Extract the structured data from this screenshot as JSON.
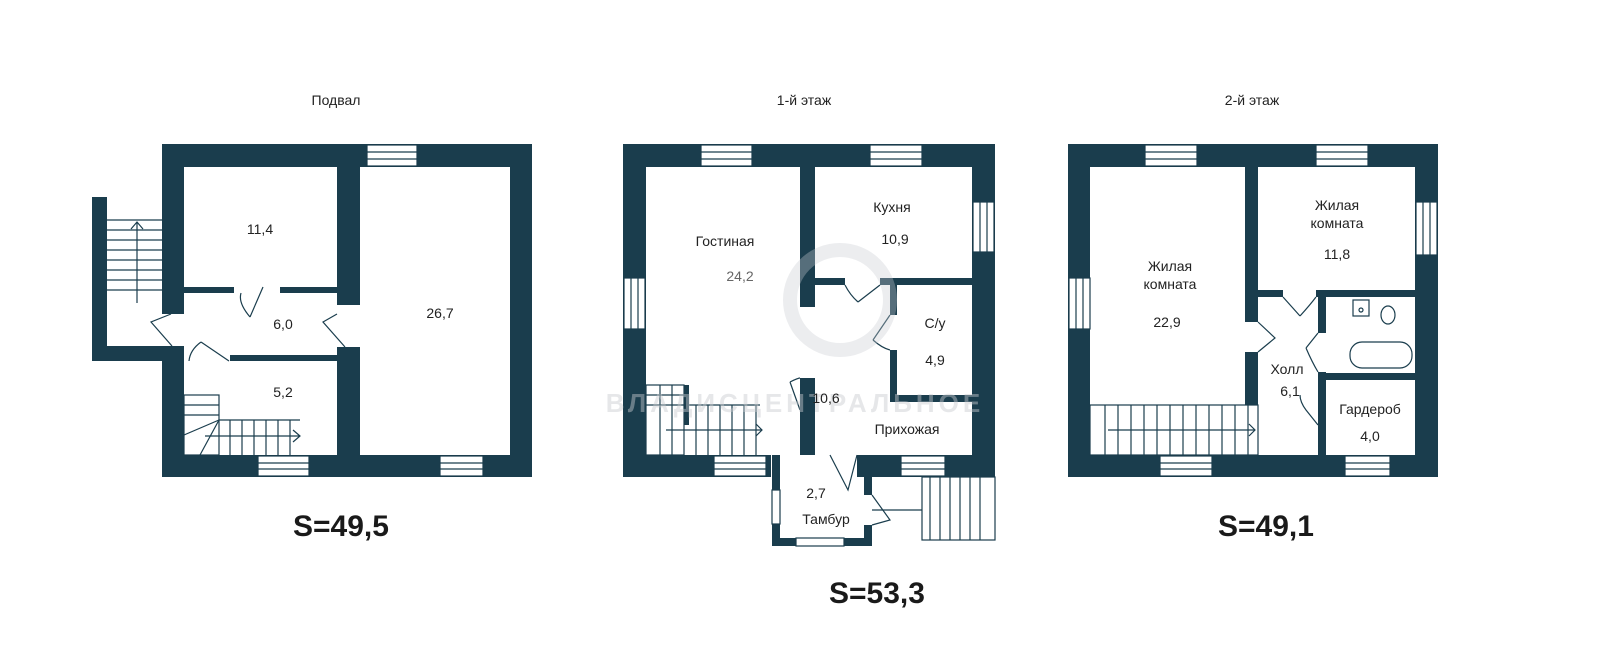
{
  "floors": [
    {
      "title": "Подвал",
      "total": "S=49,5",
      "rooms": [
        {
          "area": "11,4"
        },
        {
          "area": "6,0"
        },
        {
          "area": "5,2"
        },
        {
          "area": "26,7"
        }
      ]
    },
    {
      "title": "1-й этаж",
      "total": "S=53,3",
      "rooms": [
        {
          "name": "Гостиная",
          "area": "24,2"
        },
        {
          "name": "Кухня",
          "area": "10,9"
        },
        {
          "name": "С/у",
          "area": "4,9"
        },
        {
          "name": "Прихожая",
          "area": "10,6"
        },
        {
          "name": "Тамбур",
          "area": "2,7"
        }
      ]
    },
    {
      "title": "2-й этаж",
      "total": "S=49,1",
      "rooms": [
        {
          "name": "Жилая\nкомната",
          "name1": "Жилая",
          "name2": "комната",
          "area": "22,9"
        },
        {
          "name1": "Жилая",
          "name2": "комната",
          "area": "11,8"
        },
        {
          "name": "Холл",
          "area": "6,1"
        },
        {
          "name": "Гардероб",
          "area": "4,0"
        }
      ]
    }
  ],
  "watermark": "ВЛАДИСЦЕНТРАЛЬНОЕ",
  "colors": {
    "wall": "#1a3d4d"
  }
}
